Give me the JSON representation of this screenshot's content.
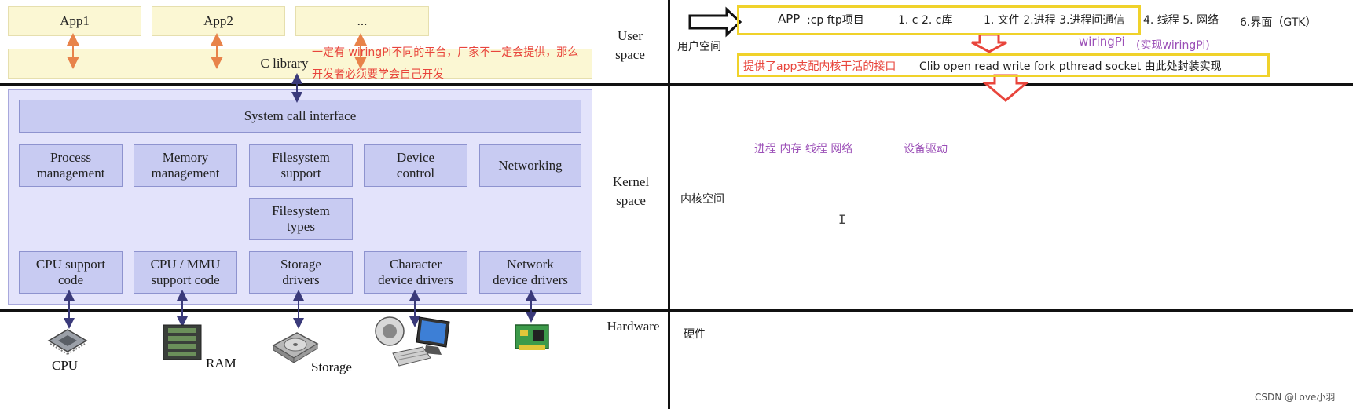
{
  "user_space": {
    "apps": [
      "App1",
      "App2",
      "..."
    ],
    "c_library": "C library",
    "label": "User\nspace"
  },
  "kernel": {
    "syscall": "System call interface",
    "row1": [
      "Process\nmanagement",
      "Memory\nmanagement",
      "Filesystem\nsupport",
      "Device\ncontrol",
      "Networking"
    ],
    "fs_types": "Filesystem\ntypes",
    "row3": [
      "CPU support\ncode",
      "CPU / MMU\nsupport code",
      "Storage\ndrivers",
      "Character\ndevice drivers",
      "Network\ndevice drivers"
    ],
    "label": "Kernel\nspace"
  },
  "hardware": {
    "label": "Hardware",
    "devices": [
      "CPU",
      "RAM",
      "Storage"
    ]
  },
  "annotations": {
    "red_note_line1": "一定有    wiringPi不同的平台，厂家不一定会提供，那么",
    "red_note_line2": "开发者必须要学会自己开发",
    "user_space_cn": "用户空间",
    "app_line_app": "APP",
    "app_line_rest": ":cp ftp项目",
    "app_line_lib": "1. c  2. c库",
    "app_line_topics": "1. 文件 2.进程 3.进程间通信",
    "app_line_more": "4. 线程 5. 网络",
    "app_line_gui": "6.界面（GTK）",
    "wiringpi": "wiringPi",
    "wiringpi_impl": "(实现wiringPi)",
    "interface_red": "提供了app支配内核干活的接口",
    "interface_black": "Clib  open read write fork pthread socket 由此处封装实现",
    "kernel_topics": "进程 内存 线程 网络",
    "kernel_drivers": "设备驱动",
    "kernel_space_cn": "内核空间",
    "hardware_cn": "硬件",
    "cursor": "I",
    "watermark": "CSDN @Love小羽"
  },
  "colors": {
    "arrow_orange": "#e8834a",
    "arrow_navy": "#3a3a7a",
    "red_arrow": "#e8453c",
    "yellow_box": "#f0d22a",
    "kernel_box": "#c8cbf2",
    "user_box": "#fbf7d3"
  }
}
